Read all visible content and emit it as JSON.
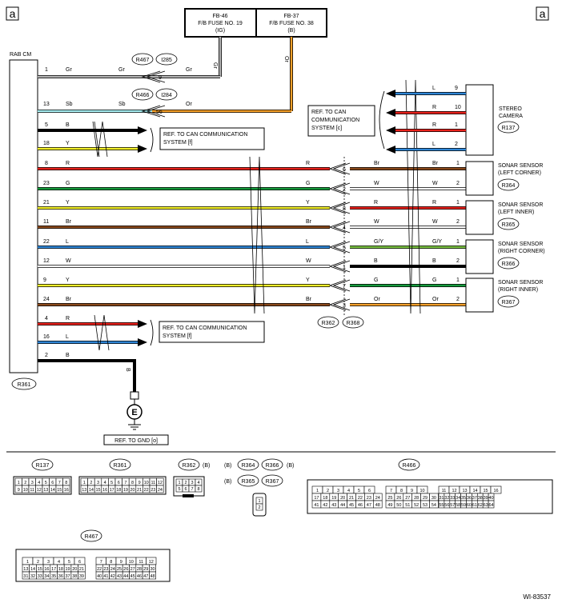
{
  "page_marker": "a",
  "fuses": [
    {
      "line1": "FB-46",
      "line2": "F/B FUSE NO. 19",
      "line3": "(IG)",
      "wire_color": "Gr"
    },
    {
      "line1": "FB-37",
      "line2": "F/B FUSE NO. 38",
      "line3": "(B)",
      "wire_color": "Or"
    }
  ],
  "module": {
    "label": "RAB CM",
    "connector": "R361"
  },
  "wires": [
    {
      "pin": "1",
      "color": "Gr",
      "label": "Gr",
      "joint_pin": "9",
      "right_label": "Gr",
      "connector_a": "R467",
      "connector_b": "I285"
    },
    {
      "pin": "13",
      "color": "Sb",
      "label": "Sb",
      "joint_pin": "56",
      "right_label": "Or",
      "connector_a": "R466",
      "connector_b": "I284"
    },
    {
      "pin": "5",
      "color": "B",
      "label": "B"
    },
    {
      "pin": "18",
      "color": "Y",
      "label": "Y"
    },
    {
      "pin": "8",
      "color": "R",
      "label": "R",
      "joint_pin": "6",
      "right_label": "R",
      "far_left": "Br",
      "far_right": "Br",
      "sensor_pin": "1"
    },
    {
      "pin": "23",
      "color": "G",
      "label": "G",
      "joint_pin": "2",
      "right_label": "G",
      "far_left": "W",
      "far_right": "W",
      "sensor_pin": "2"
    },
    {
      "pin": "21",
      "color": "Y",
      "label": "Y",
      "joint_pin": "8",
      "right_label": "Y",
      "far_left": "R",
      "far_right": "R",
      "sensor_pin": "1"
    },
    {
      "pin": "11",
      "color": "Br",
      "label": "Br",
      "joint_pin": "4",
      "right_label": "Br",
      "far_left": "W",
      "far_right": "W",
      "sensor_pin": "2"
    },
    {
      "pin": "22",
      "color": "L",
      "label": "L",
      "joint_pin": "5",
      "right_label": "L",
      "far_left": "G/Y",
      "far_right": "G/Y",
      "sensor_pin": "1"
    },
    {
      "pin": "12",
      "color": "W",
      "label": "W",
      "joint_pin": "1",
      "right_label": "W",
      "far_left": "B",
      "far_right": "B",
      "sensor_pin": "2"
    },
    {
      "pin": "9",
      "color": "Y",
      "label": "Y",
      "joint_pin": "7",
      "right_label": "Y",
      "far_left": "G",
      "far_right": "G",
      "sensor_pin": "1"
    },
    {
      "pin": "24",
      "color": "Br",
      "label": "Br",
      "joint_pin": "3",
      "right_label": "Br",
      "far_left": "Or",
      "far_right": "Or",
      "sensor_pin": "2"
    },
    {
      "pin": "4",
      "color": "R",
      "label": "R"
    },
    {
      "pin": "16",
      "color": "L",
      "label": "L"
    },
    {
      "pin": "2",
      "color": "B",
      "label": "B"
    }
  ],
  "ground": {
    "wire_color": "B",
    "symbol": "E",
    "ref": "REF. TO GND [o]"
  },
  "can_refs": {
    "upper": {
      "line1": "REF. TO CAN COMMUNICATION",
      "line2": "SYSTEM [f]"
    },
    "lower": {
      "line1": "REF. TO CAN COMMUNICATION",
      "line2": "SYSTEM  [f]"
    },
    "camera": {
      "line1": "REF. TO CAN",
      "line2": "COMMUNICATION",
      "line3": "SYSTEM [c]"
    }
  },
  "joint_connectors": [
    "R362",
    "R368"
  ],
  "camera": {
    "label1": "STEREO",
    "label2": "CAMERA",
    "connector": "R137",
    "wires": [
      {
        "color": "L",
        "pin": "9"
      },
      {
        "color": "R",
        "pin": "10"
      },
      {
        "color": "R",
        "pin": "1"
      },
      {
        "color": "L",
        "pin": "2"
      }
    ]
  },
  "sensors": [
    {
      "label1": "SONAR SENSOR",
      "label2": "(LEFT CORNER)",
      "connector": "R364"
    },
    {
      "label1": "SONAR SENSOR",
      "label2": "(LEFT INNER)",
      "connector": "R365"
    },
    {
      "label1": "SONAR SENSOR",
      "label2": "(RIGHT CORNER)",
      "connector": "R366"
    },
    {
      "label1": "SONAR SENSOR",
      "label2": "(RIGHT INNER)",
      "connector": "R367"
    }
  ],
  "connector_legend": {
    "r137": {
      "id": "R137",
      "row1": [
        "1",
        "2",
        "3",
        "4",
        "5",
        "6",
        "7",
        "8"
      ],
      "row2": [
        "9",
        "10",
        "11",
        "12",
        "13",
        "14",
        "15",
        "16"
      ]
    },
    "r361": {
      "id": "R361",
      "row1": [
        "1",
        "2",
        "3",
        "4",
        "5",
        "6",
        "7",
        "8",
        "9",
        "10",
        "11",
        "12"
      ],
      "row2": [
        "13",
        "14",
        "15",
        "16",
        "17",
        "18",
        "19",
        "20",
        "21",
        "22",
        "23",
        "24"
      ]
    },
    "r362": {
      "id": "R362",
      "mark": "(B)",
      "row1": [
        "1",
        "2",
        "3",
        "4"
      ],
      "row2": [
        "5",
        "6",
        "7",
        "8"
      ]
    },
    "sensor_group": {
      "ids": [
        "R364",
        "R366",
        "R365",
        "R367"
      ],
      "mark": "(B)",
      "pins": [
        "1",
        "2"
      ]
    },
    "r466": {
      "id": "R466",
      "row1": [
        "1",
        "2",
        "3",
        "4",
        "5",
        "6",
        "7",
        "8",
        "9",
        "10",
        "11",
        "12",
        "13",
        "14",
        "15",
        "16"
      ],
      "row2": [
        "17",
        "18",
        "19",
        "20",
        "21",
        "22",
        "23",
        "24",
        "25",
        "26",
        "27",
        "28",
        "29",
        "30",
        "31",
        "32",
        "33",
        "34",
        "35",
        "36",
        "37",
        "38",
        "39",
        "40"
      ],
      "row3": [
        "41",
        "42",
        "43",
        "44",
        "45",
        "46",
        "47",
        "48",
        "49",
        "50",
        "51",
        "52",
        "53",
        "54",
        "55",
        "56",
        "57",
        "58",
        "59",
        "60",
        "61",
        "62",
        "63",
        "64"
      ]
    },
    "r467": {
      "id": "R467",
      "row1": [
        "1",
        "2",
        "3",
        "4",
        "5",
        "6",
        "7",
        "8",
        "9",
        "10",
        "11",
        "12"
      ],
      "row2": [
        "13",
        "14",
        "15",
        "16",
        "17",
        "18",
        "19",
        "20",
        "21",
        "22",
        "23",
        "24",
        "25",
        "26",
        "27",
        "28",
        "29",
        "30"
      ],
      "row3": [
        "31",
        "32",
        "33",
        "34",
        "35",
        "36",
        "37",
        "38",
        "39",
        "40",
        "41",
        "42",
        "43",
        "44",
        "45",
        "46",
        "47",
        "48"
      ]
    }
  },
  "diagram_id": "WI-83537",
  "colors": {
    "Gr": "#b3b3b3",
    "Sb": "#a8eef2",
    "Or": "#f5a02a",
    "B": "#000000",
    "Y": "#f3f02a",
    "R": "#e8221c",
    "G": "#169a3c",
    "Br": "#8b4a1c",
    "L": "#2f86d6",
    "W": "#ffffff",
    "G/Y": "#7ac142"
  }
}
